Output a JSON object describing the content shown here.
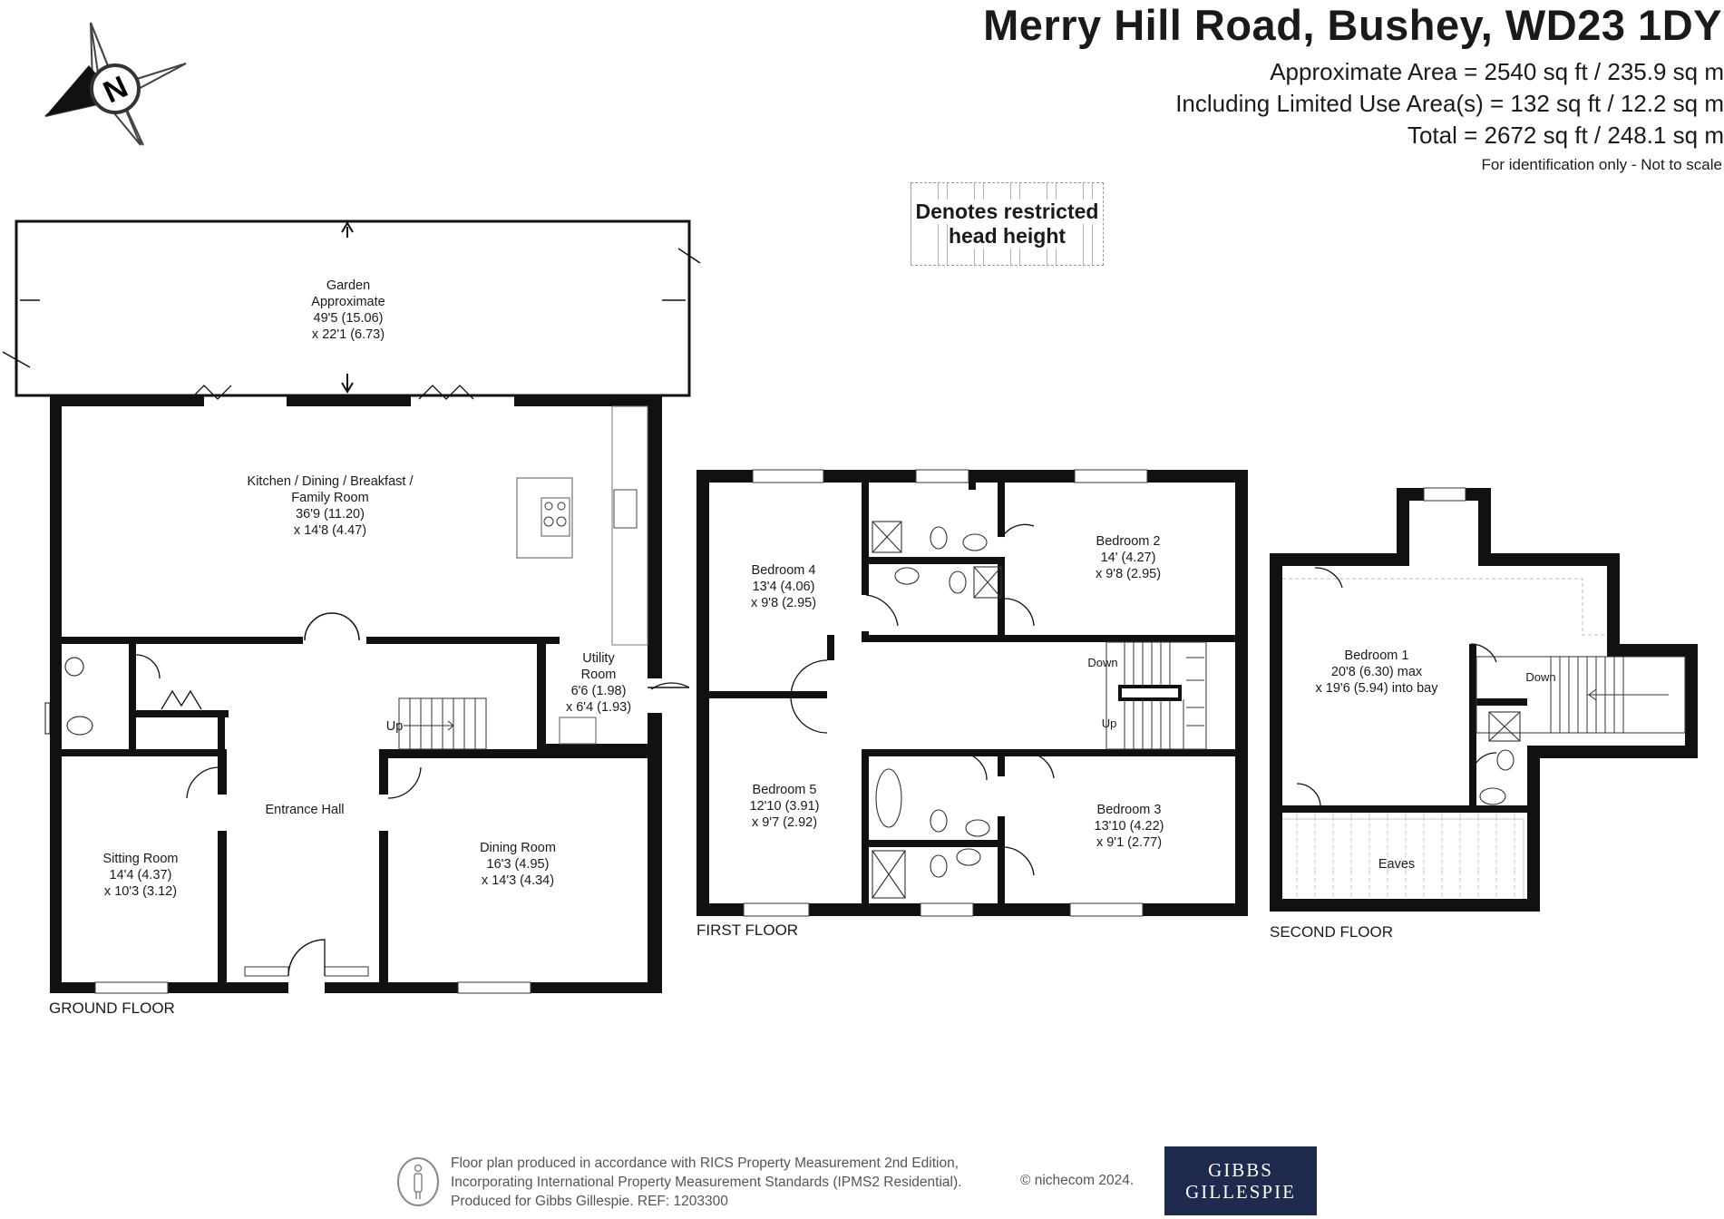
{
  "header": {
    "title": "Merry Hill Road, Bushey, WD23 1DY",
    "approx_area": "Approximate Area = 2540 sq ft / 235.9 sq m",
    "limited_use": "Including Limited Use Area(s) = 132 sq ft / 12.2 sq m",
    "total": "Total = 2672 sq ft / 248.1 sq m",
    "note": "For identification only - Not to scale"
  },
  "compass": {
    "label": "N",
    "icon": "compass-icon"
  },
  "legend": {
    "line1": "Denotes restricted",
    "line2": "head height"
  },
  "ground_floor": {
    "label": "GROUND FLOOR",
    "garden": [
      "Garden",
      "Approximate",
      "49'5 (15.06)",
      "x 22'1 (6.73)"
    ],
    "kitchen": [
      "Kitchen / Dining / Breakfast /",
      "Family Room",
      "36'9 (11.20)",
      "x 14'8 (4.47)"
    ],
    "utility": [
      "Utility",
      "Room",
      "6'6 (1.98)",
      "x 6'4 (1.93)"
    ],
    "entrance": [
      "Entrance Hall"
    ],
    "sitting": [
      "Sitting Room",
      "14'4 (4.37)",
      "x 10'3 (3.12)"
    ],
    "dining": [
      "Dining Room",
      "16'3 (4.95)",
      "x 14'3 (4.34)"
    ],
    "stair_up": "Up"
  },
  "first_floor": {
    "label": "FIRST FLOOR",
    "bedroom4": [
      "Bedroom 4",
      "13'4 (4.06)",
      "x 9'8 (2.95)"
    ],
    "bedroom2": [
      "Bedroom 2",
      "14' (4.27)",
      "x 9'8 (2.95)"
    ],
    "bedroom5": [
      "Bedroom 5",
      "12'10 (3.91)",
      "x 9'7 (2.92)"
    ],
    "bedroom3": [
      "Bedroom 3",
      "13'10 (4.22)",
      "x 9'1 (2.77)"
    ],
    "stair_down": "Down",
    "stair_up": "Up"
  },
  "second_floor": {
    "label": "SECOND FLOOR",
    "bedroom1": [
      "Bedroom 1",
      "20'8 (6.30) max",
      "x 19'6 (5.94) into bay"
    ],
    "eaves": "Eaves",
    "stair_down": "Down"
  },
  "footer": {
    "line1": "Floor plan produced in accordance with RICS Property Measurement 2nd Edition,",
    "line2": "Incorporating International Property Measurement Standards (IPMS2 Residential).",
    "line3": "Produced for Gibbs Gillespie.   REF:  1203300",
    "copyright": "© nichecom 2024.",
    "logo_line1": "GIBBS",
    "logo_line2": "GILLESPIE",
    "rics_icon": "person-measure-icon"
  },
  "colors": {
    "wall": "#111111",
    "logo_bg": "#1f2a4f",
    "restricted_hatch": "#b5b5b5"
  }
}
